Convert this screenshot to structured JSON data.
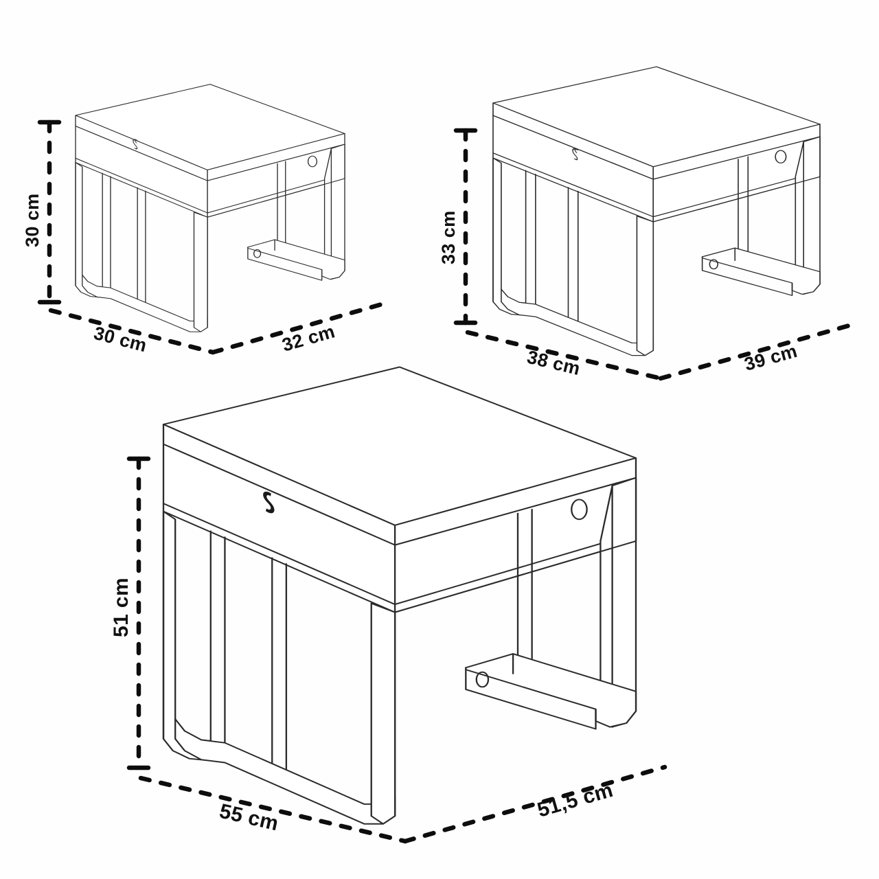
{
  "drawing": {
    "title": "Nesting tables dimension drawing",
    "unit": "cm",
    "background_color": "#fefefe",
    "line_color": "#2b2b2b",
    "dimension_color": "#0d0d0d",
    "logo_color": "#1b1b1b",
    "logo_name": "s-monogram-logo"
  },
  "tables": [
    {
      "id": "small-table",
      "position": "top-left",
      "height_label": "30 cm",
      "width_label": "30 cm",
      "depth_label": "32 cm",
      "height_value": 30,
      "width_value": 30,
      "depth_value": 32
    },
    {
      "id": "medium-table",
      "position": "top-right",
      "height_label": "33 cm",
      "width_label": "38 cm",
      "depth_label": "39 cm",
      "height_value": 33,
      "width_value": 38,
      "depth_value": 39
    },
    {
      "id": "large-table",
      "position": "bottom-center",
      "height_label": "51 cm",
      "width_label": "55 cm",
      "depth_label": "51,5 cm",
      "height_value": 51,
      "width_value": 55,
      "depth_value": 51.5
    }
  ]
}
